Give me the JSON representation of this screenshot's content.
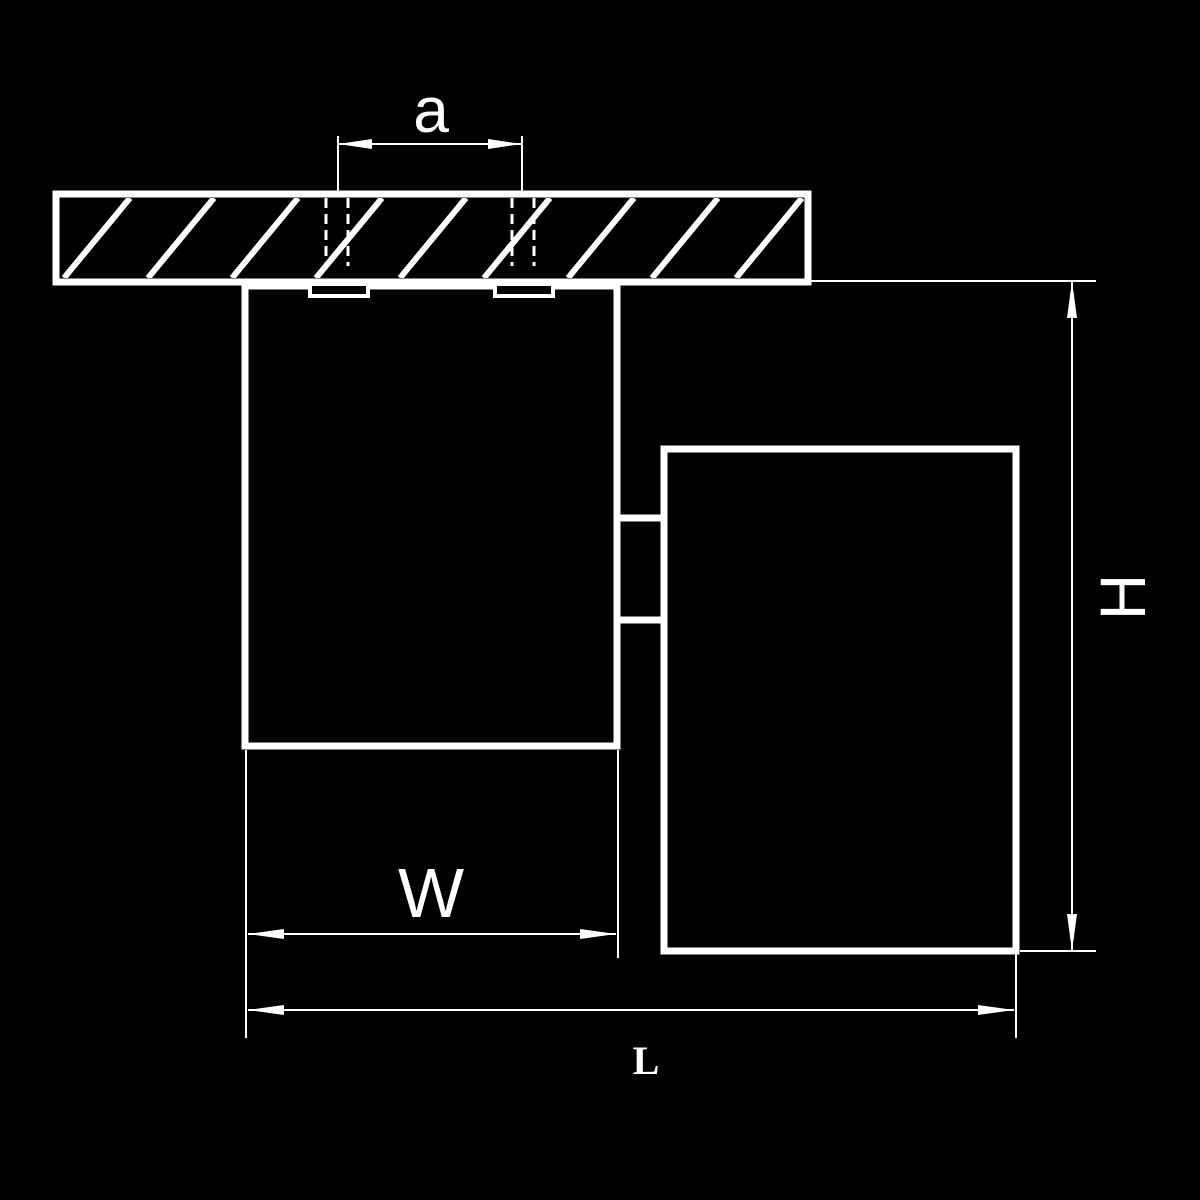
{
  "diagram": {
    "background_color": "#000000",
    "line_color": "#ffffff",
    "labels": {
      "a": "a",
      "h": "H",
      "w": "W",
      "l": "L"
    }
  }
}
